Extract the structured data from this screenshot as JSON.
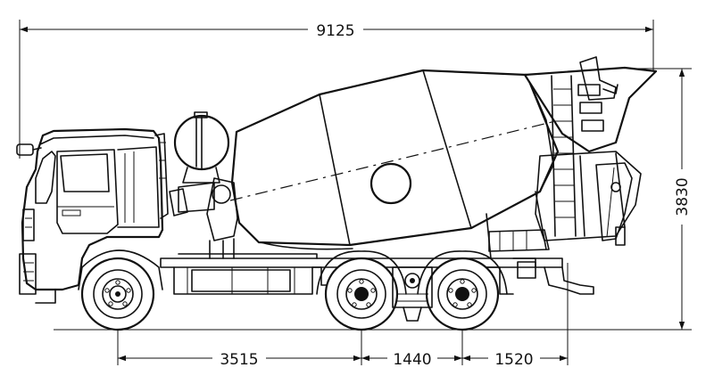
{
  "dimensions": {
    "overall_length": "9125",
    "overall_height": "3830",
    "front_to_rear_axle_1": "3515",
    "rear_axle_spacing": "1440",
    "rear_overhang": "1520"
  }
}
